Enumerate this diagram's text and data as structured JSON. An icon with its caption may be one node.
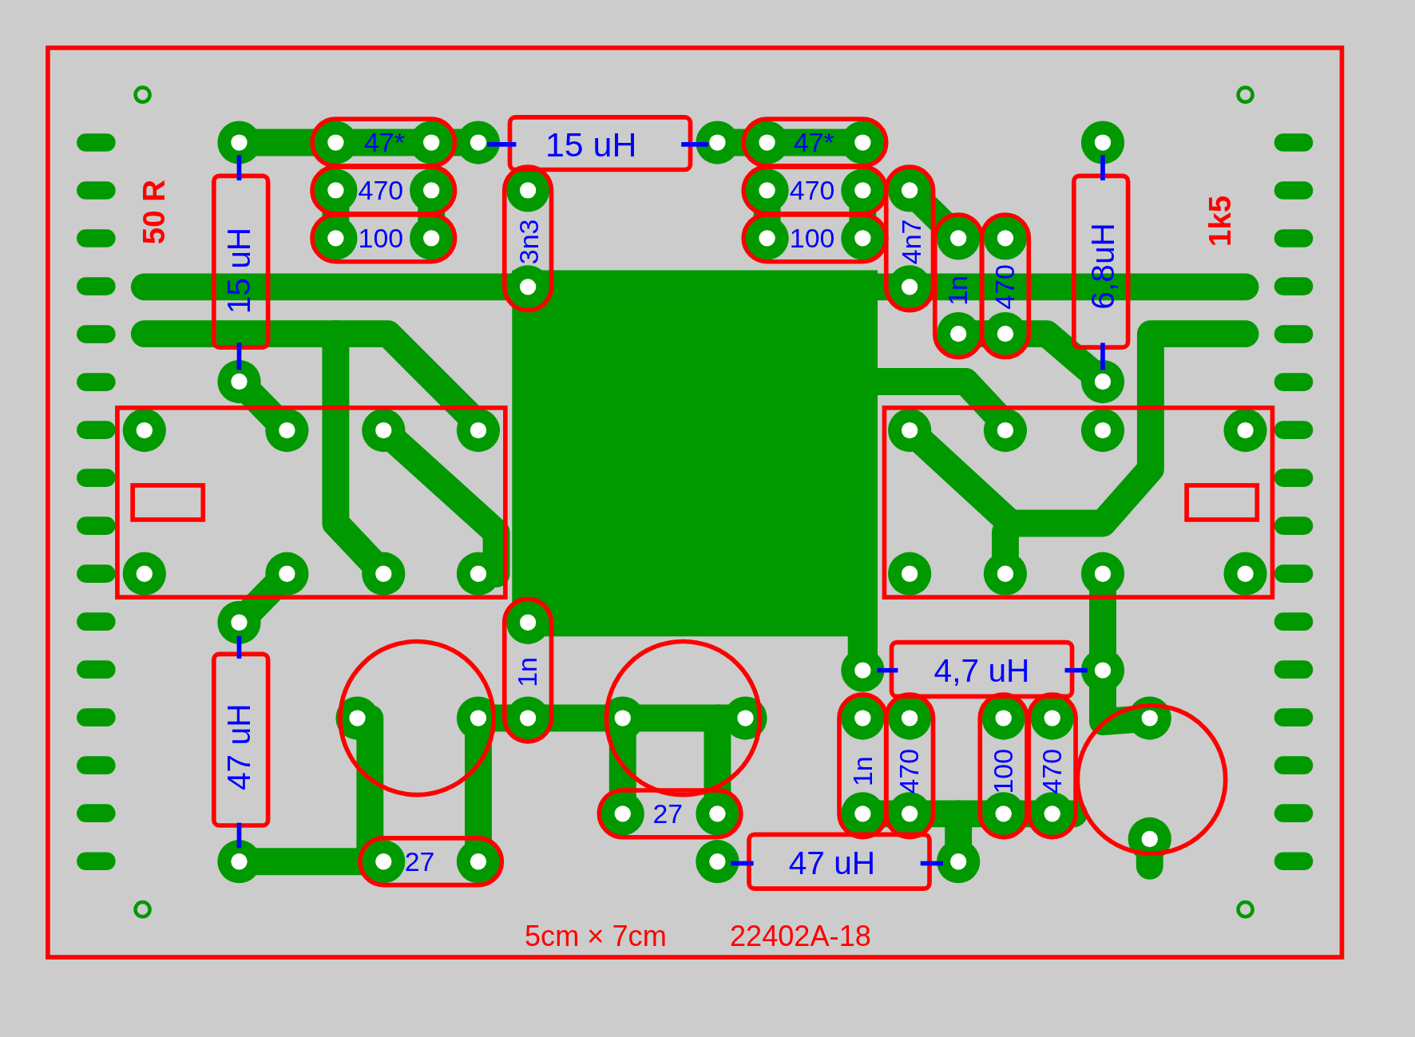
{
  "diagram": {
    "labels": [
      "47*",
      "15 uH",
      "47*",
      "470",
      "470",
      "50 R",
      "1k5",
      "100",
      "100",
      "15 uH",
      "3n3",
      "4n7",
      "1n",
      "470",
      "6,8uH",
      "1n",
      "4,7 uH",
      "47 uH",
      "1n",
      "470",
      "100",
      "470",
      "27",
      "27",
      "47 uH",
      "5cm × 7cm",
      "22402A-18"
    ]
  }
}
